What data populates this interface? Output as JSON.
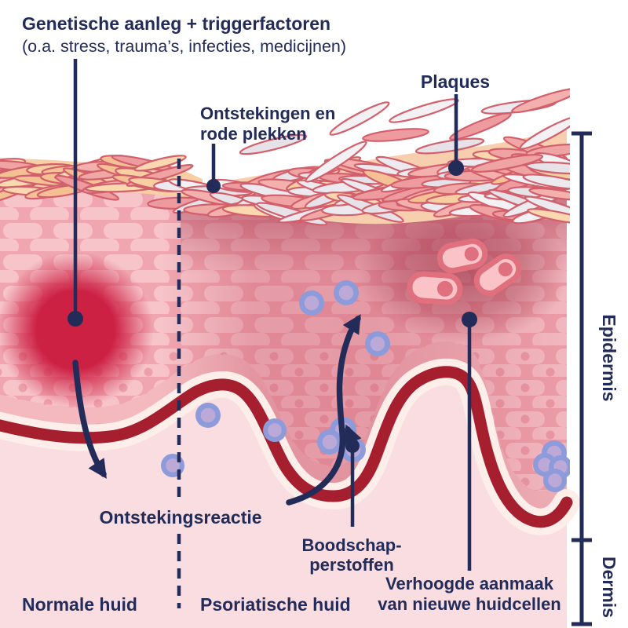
{
  "title": {
    "line1": "Genetische aanleg + triggerfactoren",
    "line2": "(o.a. stress, trauma’s, infecties, medicijnen)"
  },
  "labels": {
    "plaques": "Plaques",
    "ontstekingen_line1": "Ontstekingen en",
    "ontstekingen_line2": "rode plekken",
    "ontstekingsreactie": "Ontstekingsreactie",
    "boodschap_line1": "Boodschap-",
    "boodschap_line2": "perstoffen",
    "verhoogde_line1": "Verhoogde aanmaak",
    "verhoogde_line2": "van nieuwe huidcellen",
    "normale_huid": "Normale huid",
    "psoriatische_huid": "Psoriatische huid",
    "epidermis": "Epidermis",
    "dermis": "Dermis"
  },
  "colors": {
    "navy": "#232c59",
    "membrane_red": "#a51f2f",
    "inflammation_red": "#cd2144",
    "dermis_pink": "#f9dde1",
    "epidermis_pink": "#f0a6b0",
    "cell_pink": "#f8c9ce",
    "cream": "#fdeee9",
    "crust_peach": "#f8cfa4",
    "scale_grey": "#edeaef",
    "scale_outline": "#d2606c",
    "immune_outer": "#8e9bda",
    "immune_inner": "#bda9d8",
    "new_cell_fill": "#f9c3c7",
    "new_cell_outline": "#e0707e"
  }
}
